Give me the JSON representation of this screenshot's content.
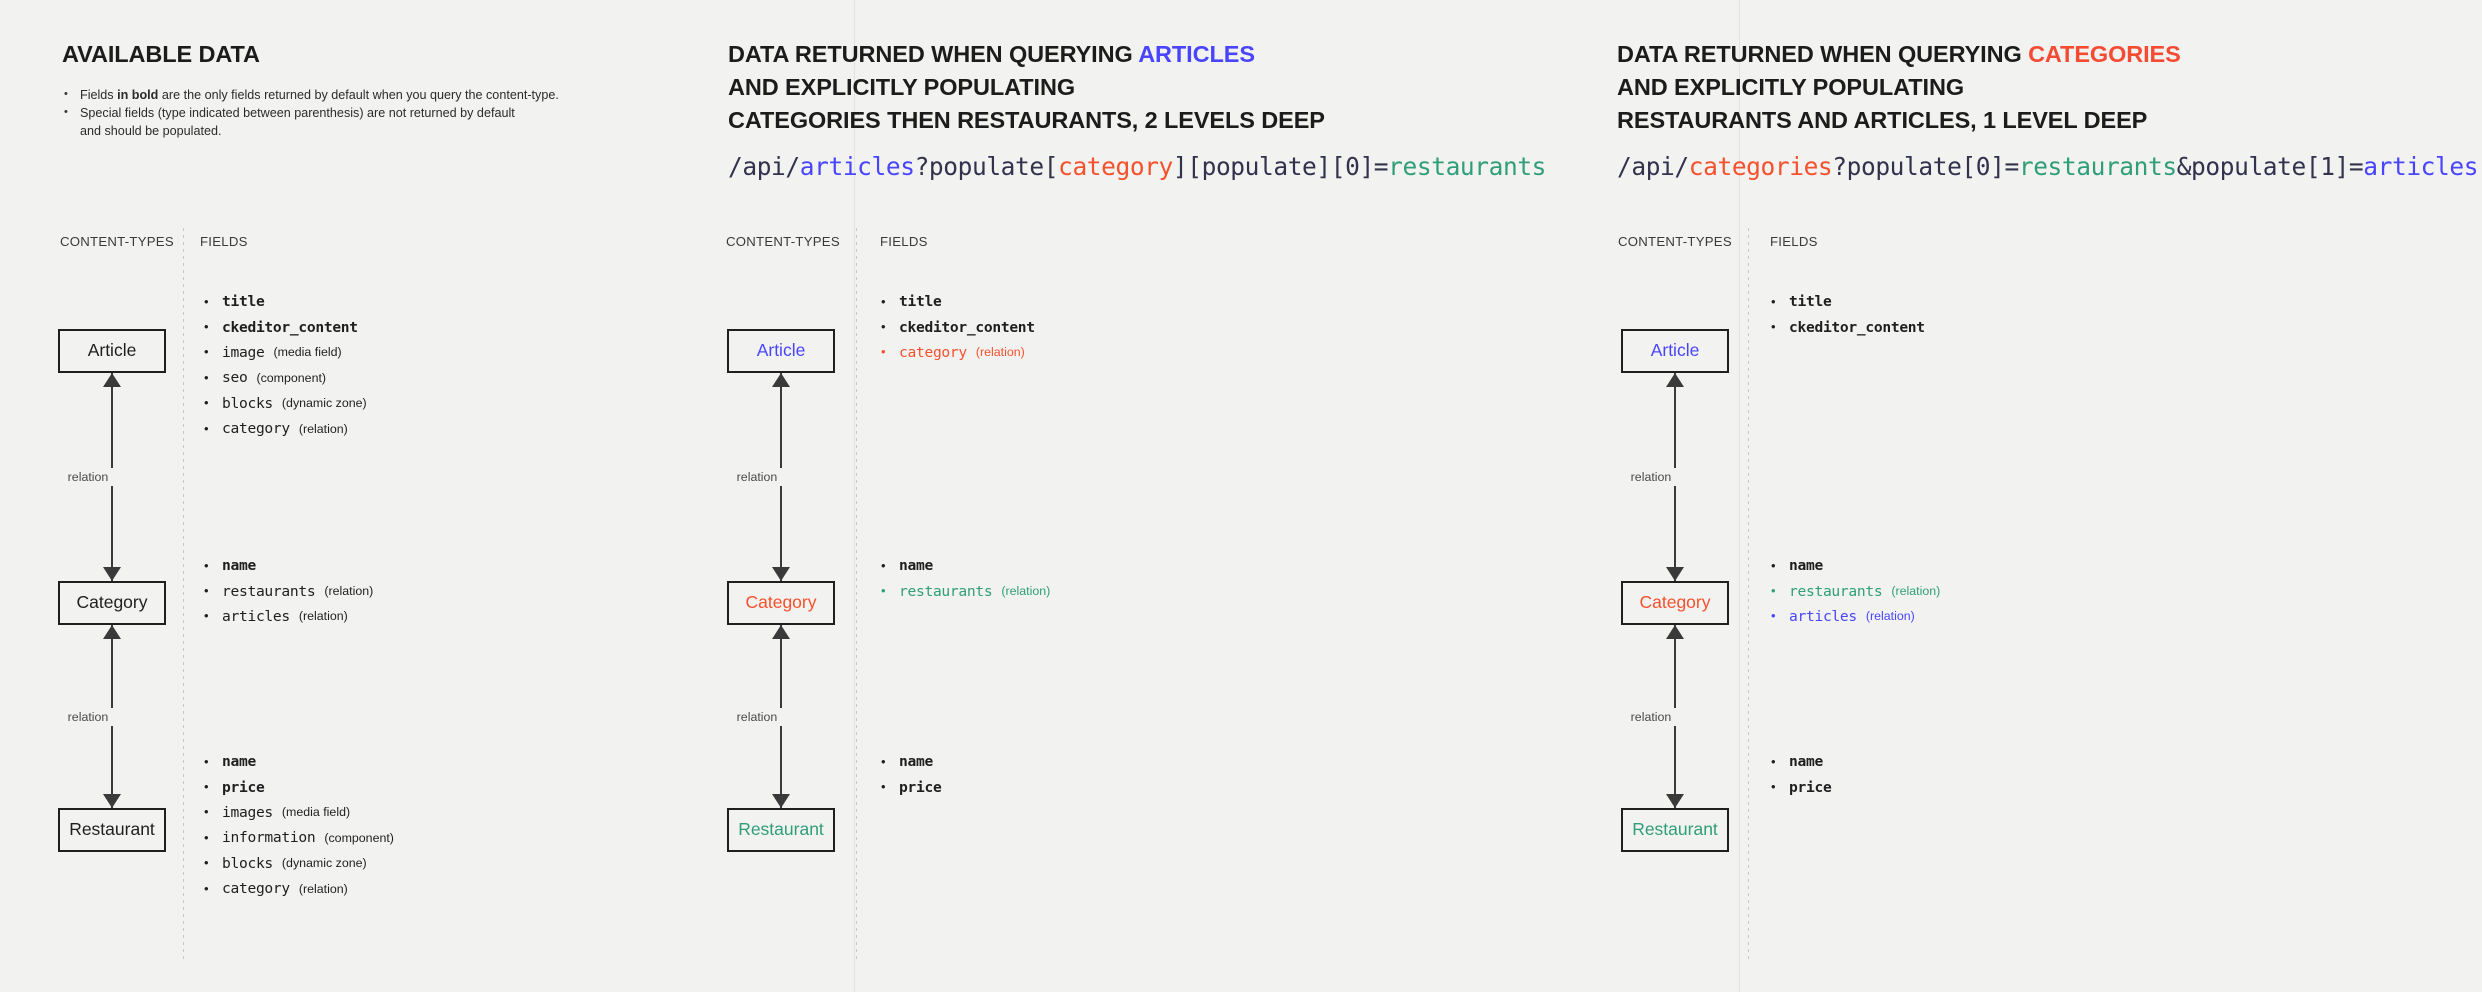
{
  "panels": [
    {
      "id": "available-data",
      "heading_lines": [
        [
          {
            "text": "AVAILABLE DATA",
            "color": "default"
          }
        ]
      ],
      "query": null,
      "notes": [
        "Fields <b>in bold</b> are the only fields returned by default when you query the content-type.",
        "Special fields (type indicated between parenthesis) are not returned by default<br>and should be populated."
      ],
      "col_label_types": "CONTENT-TYPES",
      "col_label_fields": "FIELDS",
      "relation_label": "relation",
      "entities": [
        {
          "name": "Article",
          "tint": "default"
        },
        {
          "name": "Category",
          "tint": "default"
        },
        {
          "name": "Restaurant",
          "tint": "default"
        }
      ],
      "field_groups": [
        [
          {
            "name": "title",
            "type": "",
            "bold": true,
            "color": "default"
          },
          {
            "name": "ckeditor_content",
            "type": "",
            "bold": true,
            "color": "default"
          },
          {
            "name": "image",
            "type": "(media field)",
            "bold": false,
            "color": "default"
          },
          {
            "name": "seo",
            "type": "(component)",
            "bold": false,
            "color": "default"
          },
          {
            "name": "blocks",
            "type": "(dynamic zone)",
            "bold": false,
            "color": "default"
          },
          {
            "name": "category",
            "type": "(relation)",
            "bold": false,
            "color": "default"
          }
        ],
        [
          {
            "name": "name",
            "type": "",
            "bold": true,
            "color": "default"
          },
          {
            "name": "restaurants",
            "type": "(relation)",
            "bold": false,
            "color": "default"
          },
          {
            "name": "articles",
            "type": "(relation)",
            "bold": false,
            "color": "default"
          }
        ],
        [
          {
            "name": "name",
            "type": "",
            "bold": true,
            "color": "default"
          },
          {
            "name": "price",
            "type": "",
            "bold": true,
            "color": "default"
          },
          {
            "name": "images",
            "type": "(media field)",
            "bold": false,
            "color": "default"
          },
          {
            "name": "information",
            "type": "(component)",
            "bold": false,
            "color": "default"
          },
          {
            "name": "blocks",
            "type": "(dynamic zone)",
            "bold": false,
            "color": "default"
          },
          {
            "name": "category",
            "type": "(relation)",
            "bold": false,
            "color": "default"
          }
        ]
      ]
    },
    {
      "id": "querying-articles",
      "heading_lines": [
        [
          {
            "text": "DATA RETURNED WHEN QUERYING ",
            "color": "default"
          },
          {
            "text": "ARTICLES",
            "color": "blue"
          }
        ],
        [
          {
            "text": "AND EXPLICITLY POPULATING",
            "color": "default"
          }
        ],
        [
          {
            "text": "CATEGORIES THEN RESTAURANTS, 2 LEVELS DEEP",
            "color": "default"
          }
        ]
      ],
      "query": [
        {
          "text": "/api/",
          "color": "default"
        },
        {
          "text": "articles",
          "color": "blue"
        },
        {
          "text": "?populate[",
          "color": "default"
        },
        {
          "text": "category",
          "color": "orange"
        },
        {
          "text": "][populate][0]=",
          "color": "default"
        },
        {
          "text": "restaurants",
          "color": "teal"
        }
      ],
      "notes": [],
      "col_label_types": "CONTENT-TYPES",
      "col_label_fields": "FIELDS",
      "relation_label": "relation",
      "entities": [
        {
          "name": "Article",
          "tint": "blue"
        },
        {
          "name": "Category",
          "tint": "orange"
        },
        {
          "name": "Restaurant",
          "tint": "teal"
        }
      ],
      "field_groups": [
        [
          {
            "name": "title",
            "type": "",
            "bold": true,
            "color": "default"
          },
          {
            "name": "ckeditor_content",
            "type": "",
            "bold": true,
            "color": "default"
          },
          {
            "name": "category",
            "type": "(relation)",
            "bold": false,
            "color": "orange"
          }
        ],
        [
          {
            "name": "name",
            "type": "",
            "bold": true,
            "color": "default"
          },
          {
            "name": "restaurants",
            "type": "(relation)",
            "bold": false,
            "color": "teal"
          }
        ],
        [
          {
            "name": "name",
            "type": "",
            "bold": true,
            "color": "default"
          },
          {
            "name": "price",
            "type": "",
            "bold": true,
            "color": "default"
          }
        ]
      ]
    },
    {
      "id": "querying-categories",
      "heading_lines": [
        [
          {
            "text": "DATA RETURNED WHEN QUERYING ",
            "color": "default"
          },
          {
            "text": "CATEGORIES",
            "color": "orange"
          }
        ],
        [
          {
            "text": "AND EXPLICITLY POPULATING",
            "color": "default"
          }
        ],
        [
          {
            "text": "RESTAURANTS AND ARTICLES, 1 LEVEL DEEP",
            "color": "default"
          }
        ]
      ],
      "query": [
        {
          "text": "/api/",
          "color": "default"
        },
        {
          "text": "categories",
          "color": "orange"
        },
        {
          "text": "?populate[0]=",
          "color": "default"
        },
        {
          "text": "restaurants",
          "color": "teal"
        },
        {
          "text": "&populate[1]=",
          "color": "default"
        },
        {
          "text": "articles",
          "color": "blue"
        }
      ],
      "notes": [],
      "col_label_types": "CONTENT-TYPES",
      "col_label_fields": "FIELDS",
      "relation_label": "relation",
      "entities": [
        {
          "name": "Article",
          "tint": "blue"
        },
        {
          "name": "Category",
          "tint": "orange"
        },
        {
          "name": "Restaurant",
          "tint": "teal"
        }
      ],
      "field_groups": [
        [
          {
            "name": "title",
            "type": "",
            "bold": true,
            "color": "default"
          },
          {
            "name": "ckeditor_content",
            "type": "",
            "bold": true,
            "color": "default"
          }
        ],
        [
          {
            "name": "name",
            "type": "",
            "bold": true,
            "color": "default"
          },
          {
            "name": "restaurants",
            "type": "(relation)",
            "bold": false,
            "color": "teal"
          },
          {
            "name": "articles",
            "type": "(relation)",
            "bold": false,
            "color": "blue"
          }
        ],
        [
          {
            "name": "name",
            "type": "",
            "bold": true,
            "color": "default"
          },
          {
            "name": "price",
            "type": "",
            "bold": true,
            "color": "default"
          }
        ]
      ]
    }
  ],
  "colors": {
    "background": "#f2f2f1",
    "text": "#1f1f1f",
    "blue": "#4945ff",
    "orange": "#f5512c",
    "teal": "#2f9e79",
    "rule": "#e2e2e0",
    "dotted": "#c9c9c7"
  }
}
